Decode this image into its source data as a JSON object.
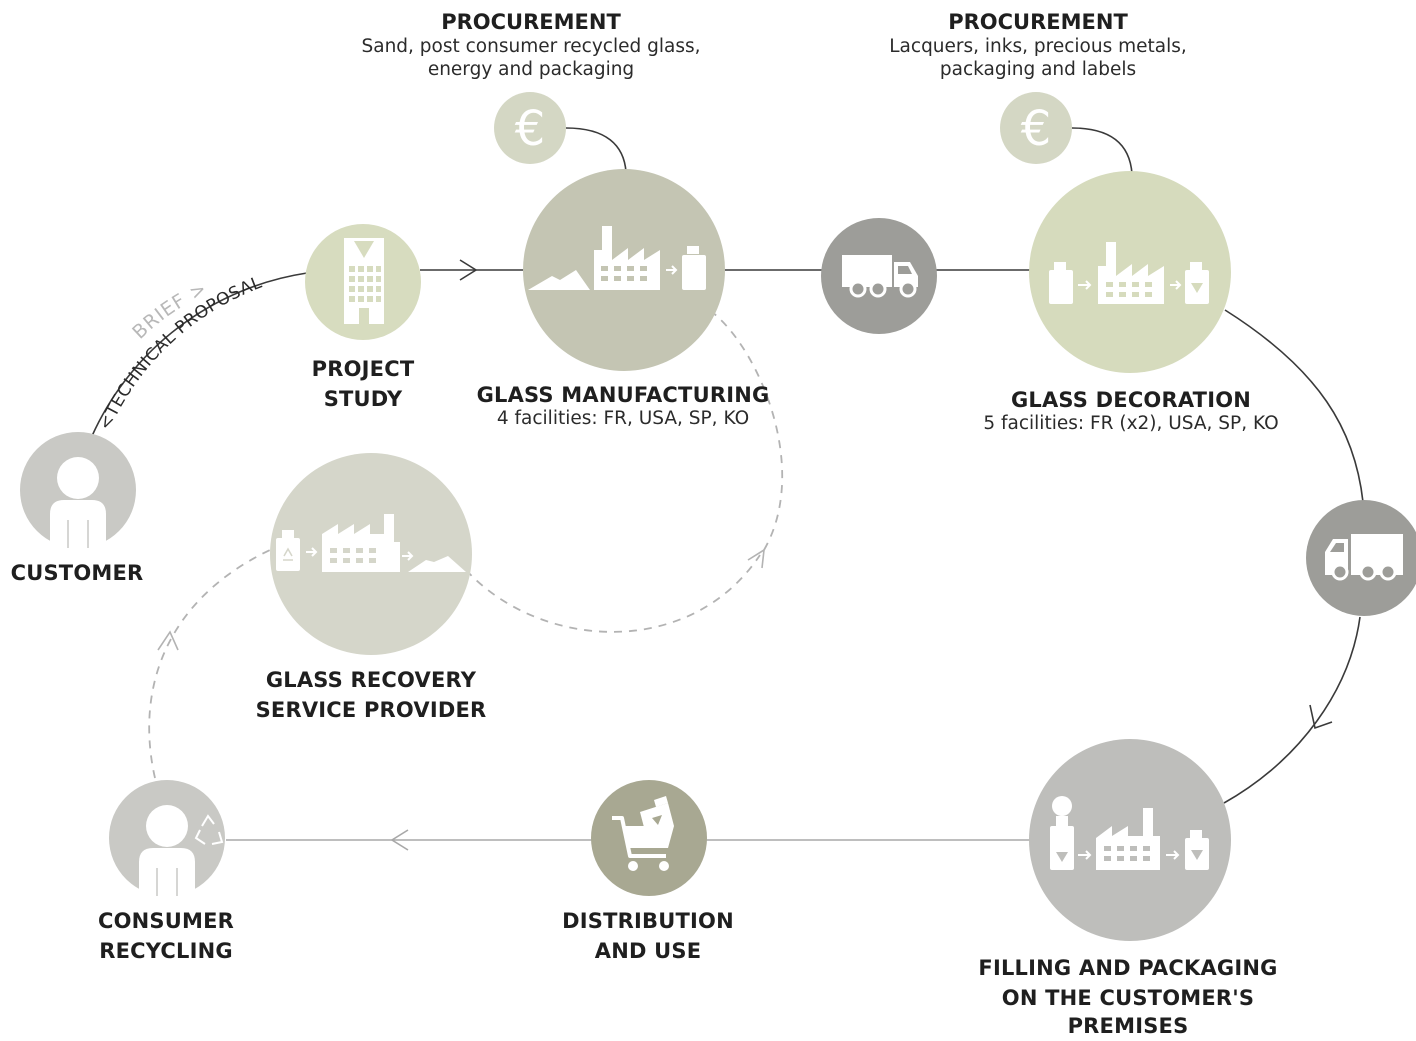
{
  "procurement_left": {
    "title": "PROCUREMENT",
    "line1": "Sand, post consumer recycled glass,",
    "line2": "energy and packaging"
  },
  "procurement_right": {
    "title": "PROCUREMENT",
    "line1": "Lacquers, inks, precious metals,",
    "line2": "packaging and labels"
  },
  "nodes": {
    "customer": {
      "label": "CUSTOMER"
    },
    "project_study": {
      "line1": "PROJECT",
      "line2": "STUDY"
    },
    "glass_manufacturing": {
      "title": "GLASS MANUFACTURING",
      "detail": "4 facilities: FR, USA, SP, KO"
    },
    "glass_decoration": {
      "title": "GLASS DECORATION",
      "detail": "5 facilities: FR (x2), USA, SP, KO"
    },
    "glass_recovery": {
      "line1": "GLASS RECOVERY",
      "line2": "SERVICE PROVIDER"
    },
    "consumer_recycling": {
      "line1": "CONSUMER",
      "line2": "RECYCLING"
    },
    "distribution": {
      "line1": "DISTRIBUTION",
      "line2": "AND USE"
    },
    "filling": {
      "line1": "FILLING AND PACKAGING",
      "line2": "ON THE CUSTOMER'S",
      "line3": "PREMISES"
    }
  },
  "arc_labels": {
    "brief": "BRIEF >",
    "technical_proposal": "<TECHNICAL PROPOSAL"
  },
  "euro_symbol": "€",
  "icons": [
    "euro-icon",
    "truck-icon",
    "factory-icon",
    "office-building-icon",
    "person-icon",
    "recycle-icon",
    "shopping-cart-icon",
    "sand-pile-icon",
    "jar-icon",
    "bottle-icon"
  ],
  "colors": {
    "manufacturing": "#c4c5b3",
    "euro": "#d4d7c4",
    "project": "#d7dcbf",
    "decoration": "#d6dbbd",
    "truck": "#9d9d99",
    "customer": "#c9c9c5",
    "recovery": "#d5d6ca",
    "distribution": "#a8a892",
    "filling": "#bebebb",
    "line": "#3a3a3a",
    "dashed": "#b3b3b3"
  }
}
